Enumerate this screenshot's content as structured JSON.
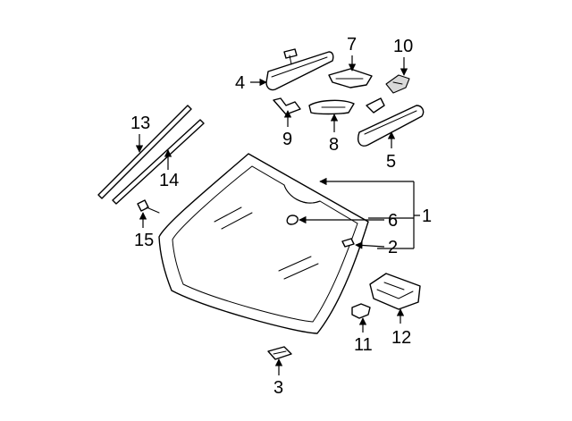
{
  "callouts": {
    "c1": "1",
    "c2": "2",
    "c3": "3",
    "c4": "4",
    "c5": "5",
    "c6": "6",
    "c7": "7",
    "c8": "8",
    "c9": "9",
    "c10": "10",
    "c11": "11",
    "c12": "12",
    "c13": "13",
    "c14": "14",
    "c15": "15"
  },
  "colors": {
    "ink": "#000000",
    "background": "#ffffff",
    "shading": "#d9d9d9"
  }
}
